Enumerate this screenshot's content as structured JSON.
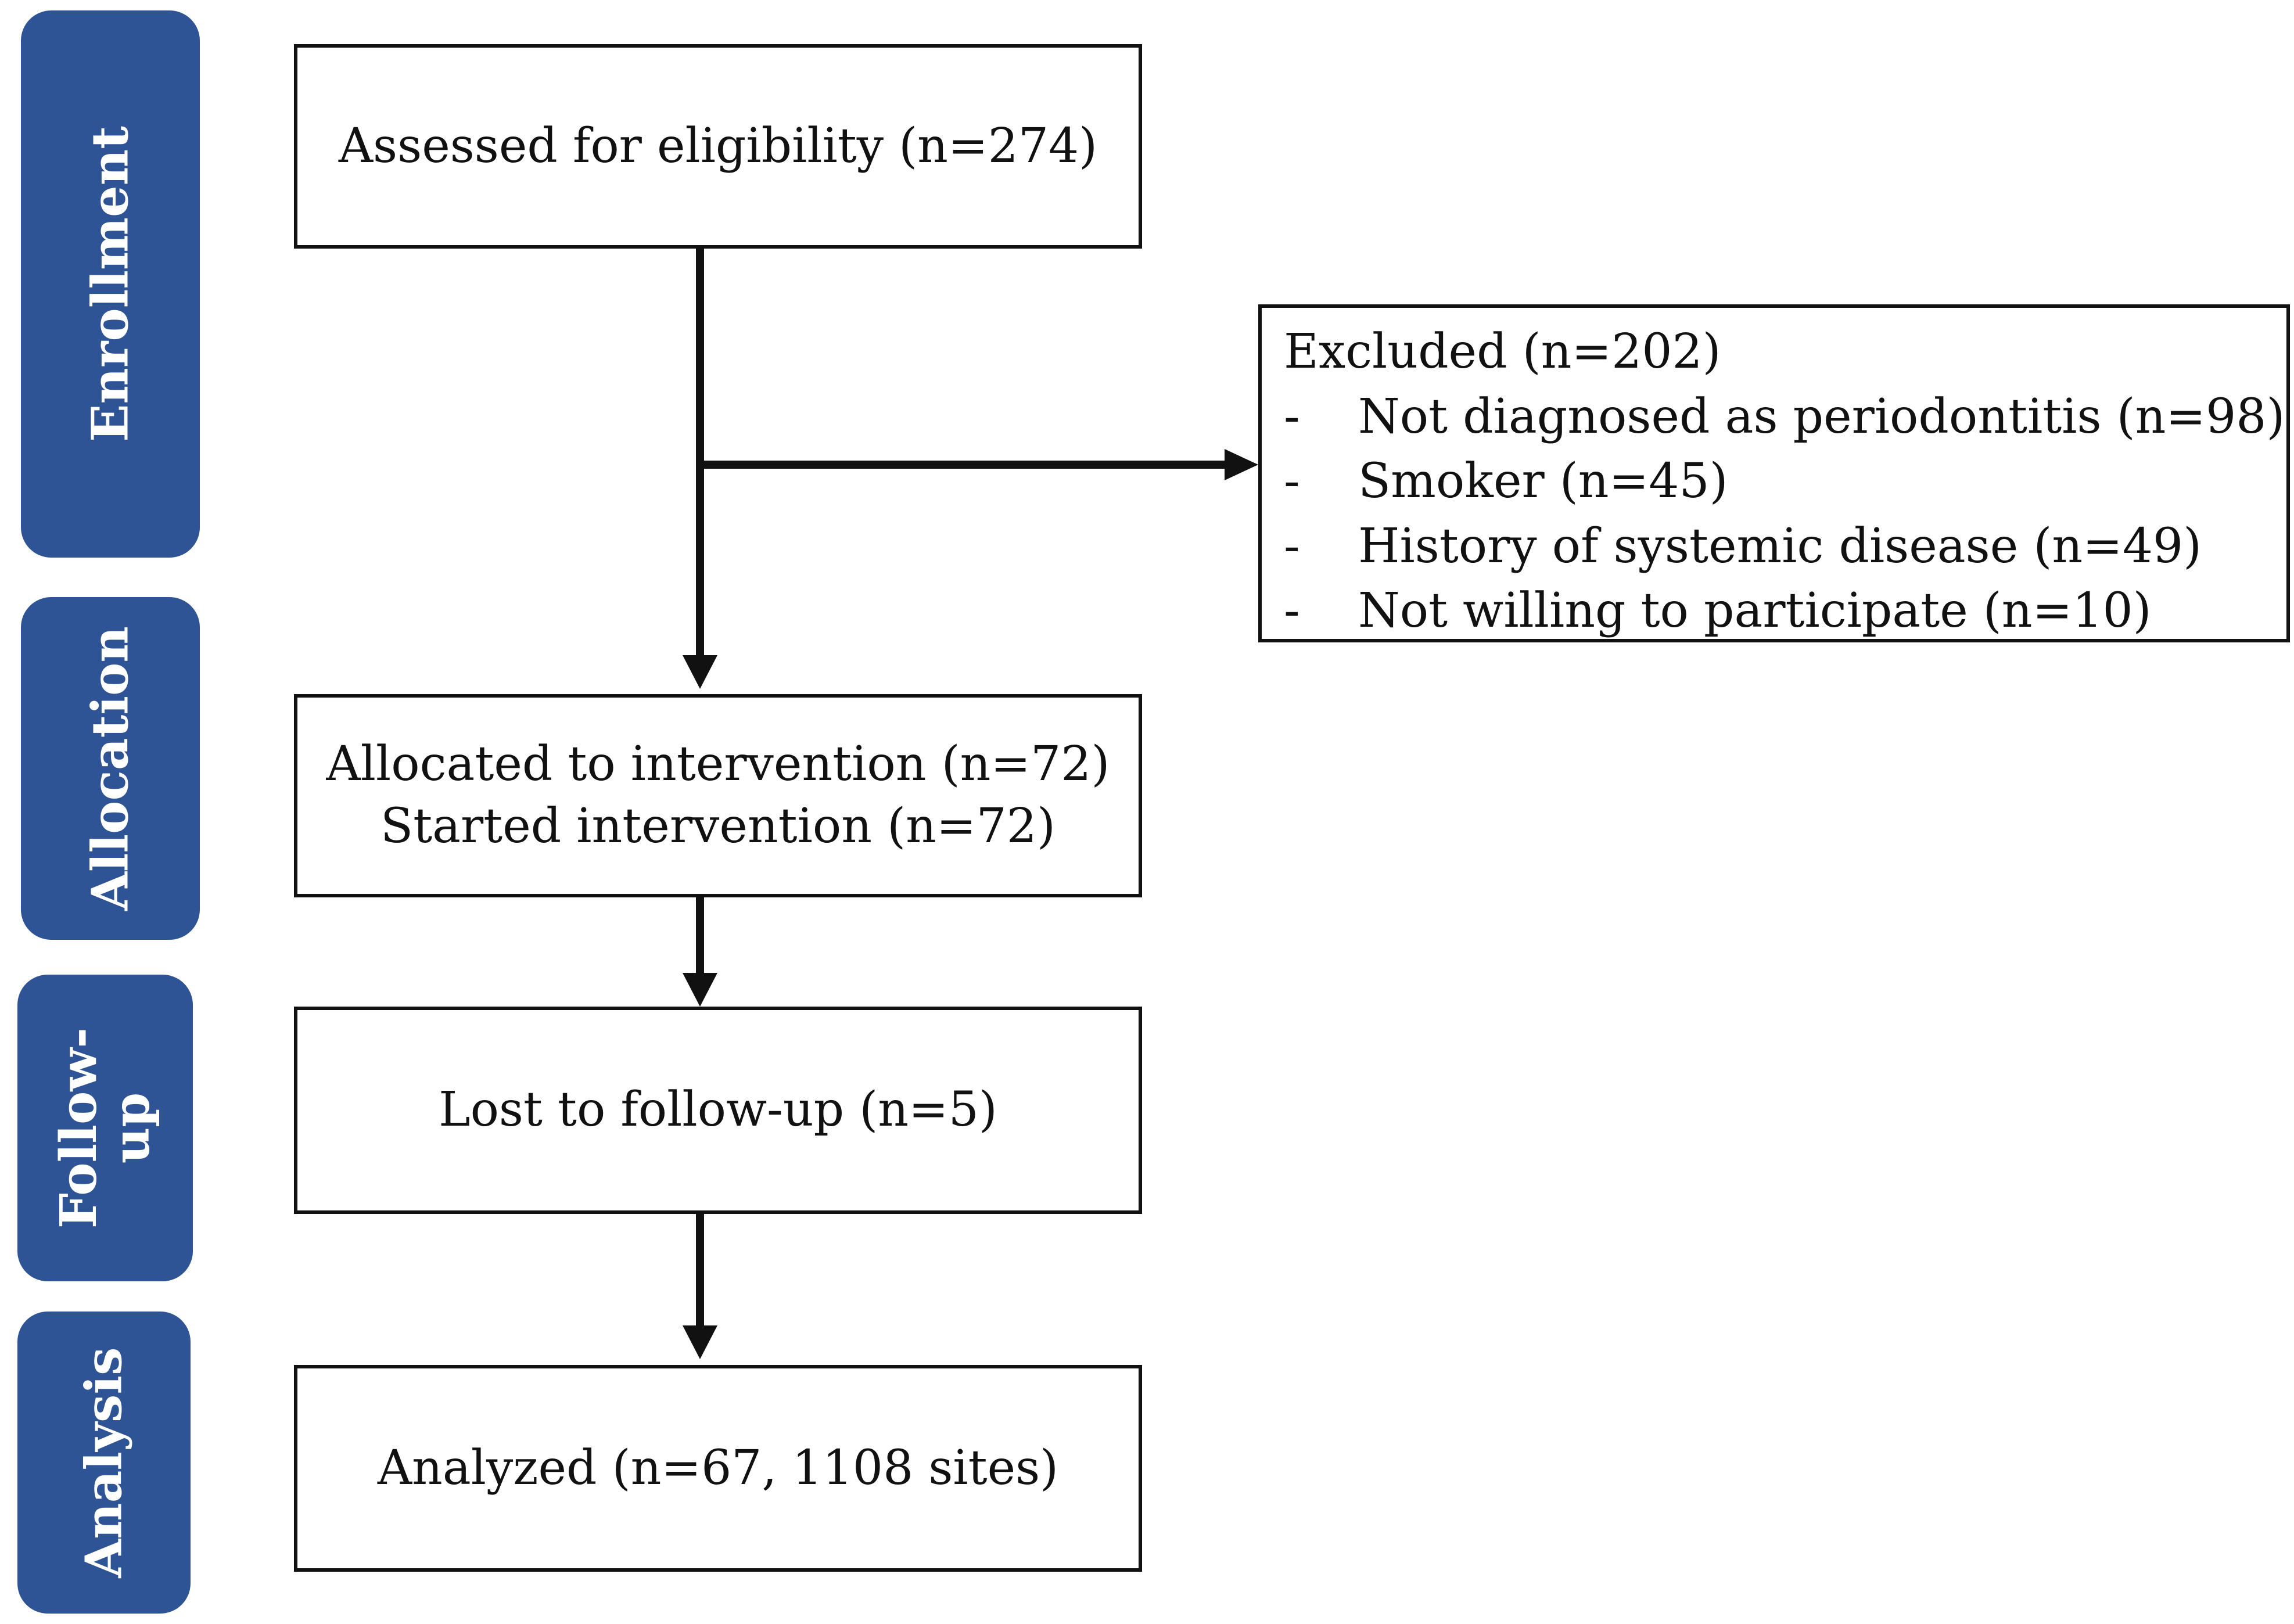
{
  "phases": [
    {
      "label": "Enrollment"
    },
    {
      "label": "Allocation"
    },
    {
      "label": "Follow-\nup"
    },
    {
      "label": "Analysis"
    }
  ],
  "boxes": {
    "eligibility": "Assessed for eligibility (n=274)",
    "allocated_line1": "Allocated to intervention (n=72)",
    "allocated_line2": "Started intervention (n=72)",
    "followup": "Lost to follow-up (n=5)",
    "analyzed": "Analyzed (n=67, 1108 sites)"
  },
  "excluded": {
    "title": "Excluded (n=202)",
    "bullet": "-",
    "items": [
      "Not diagnosed as periodontitis (n=98)",
      "Smoker (n=45)",
      "History of systemic disease (n=49)",
      "Not willing to participate (n=10)"
    ]
  },
  "colors": {
    "phase_fill": "#2f5496",
    "phase_text": "#ffffff",
    "line": "#111111"
  }
}
